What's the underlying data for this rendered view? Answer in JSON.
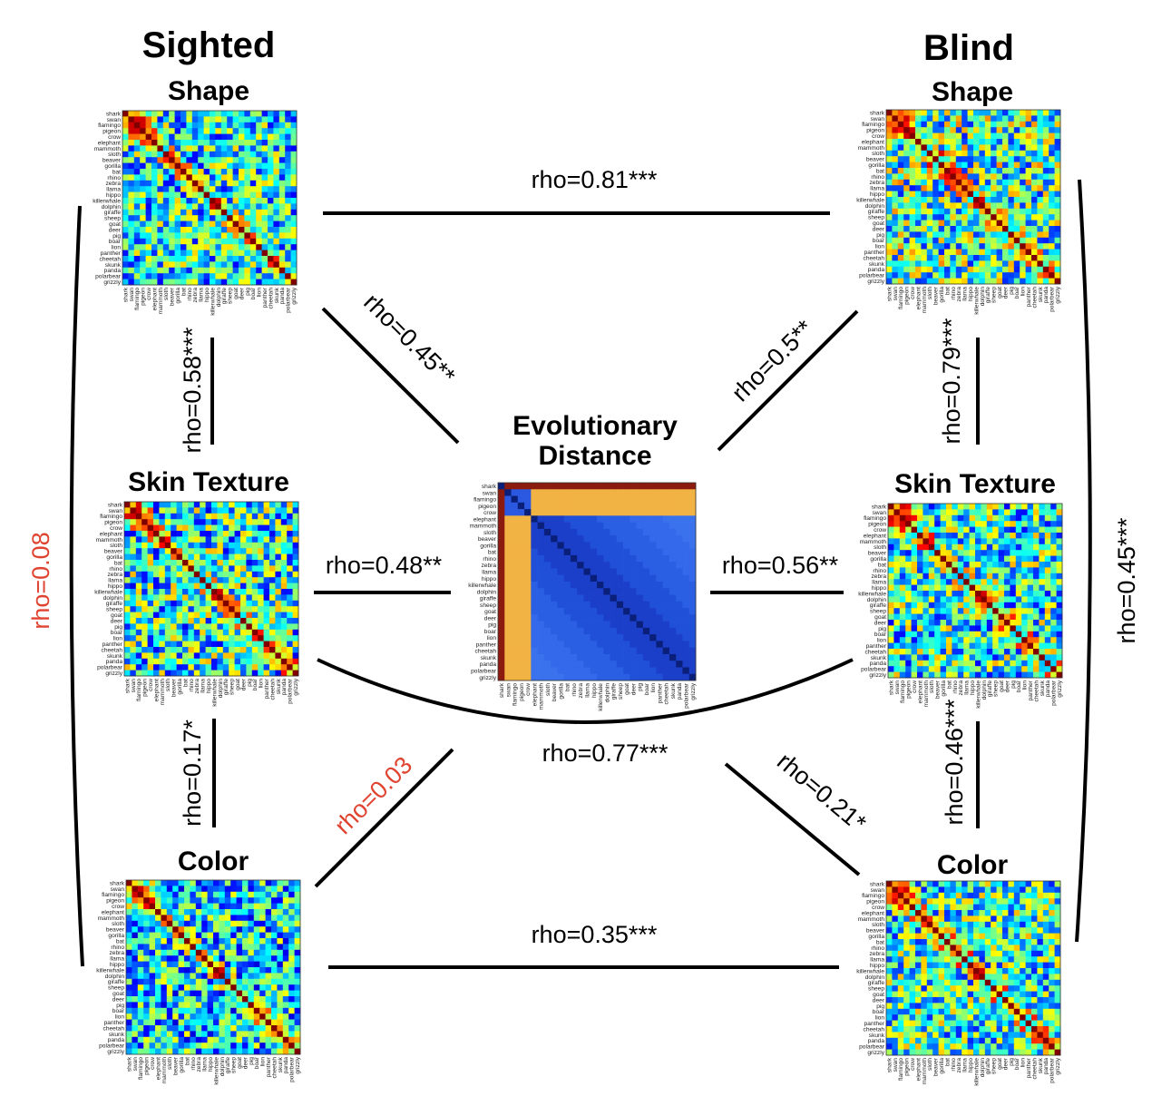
{
  "group_titles": {
    "sighted": "Sighted",
    "blind": "Blind"
  },
  "matrix_titles": {
    "sighted_shape": "Shape",
    "blind_shape": "Shape",
    "sighted_texture": "Skin Texture",
    "blind_texture": "Skin Texture",
    "sighted_color": "Color",
    "blind_color": "Color",
    "evo_line1": "Evolutionary",
    "evo_line2": "Distance"
  },
  "animals": [
    "shark",
    "swan",
    "flamingo",
    "pigeon",
    "crow",
    "elephant",
    "mammoth",
    "sloth",
    "beaver",
    "gorilla",
    "bat",
    "rhino",
    "zebra",
    "llama",
    "hippo",
    "killerwhale",
    "dolphin",
    "giraffe",
    "sheep",
    "goat",
    "deer",
    "pig",
    "boar",
    "lion",
    "panther",
    "cheetah",
    "skunk",
    "panda",
    "polarbear",
    "grizzly"
  ],
  "correlations": {
    "sighted_shape_blind_shape": "rho=0.81***",
    "sighted_shape_evo": "rho=0.45**",
    "blind_shape_evo": "rho=0.5**",
    "sighted_shape_texture": "rho=0.58***",
    "blind_shape_texture": "rho=0.79***",
    "sighted_texture_evo": "rho=0.48**",
    "blind_texture_evo": "rho=0.56**",
    "sighted_texture_blind_texture": "rho=0.77***",
    "sighted_texture_color": "rho=0.17*",
    "blind_texture_color": "rho=0.46***",
    "sighted_color_evo": "rho=0.03",
    "blind_color_evo": "rho=0.21*",
    "sighted_color_blind_color": "rho=0.35***",
    "sighted_shape_color": "rho=0.08",
    "blind_shape_color": "rho=0.45***"
  },
  "colors": {
    "significant": "#000000",
    "non_significant": "#e0432f",
    "evo_near": "#1a3fcf",
    "evo_far": "#f1b343"
  }
}
